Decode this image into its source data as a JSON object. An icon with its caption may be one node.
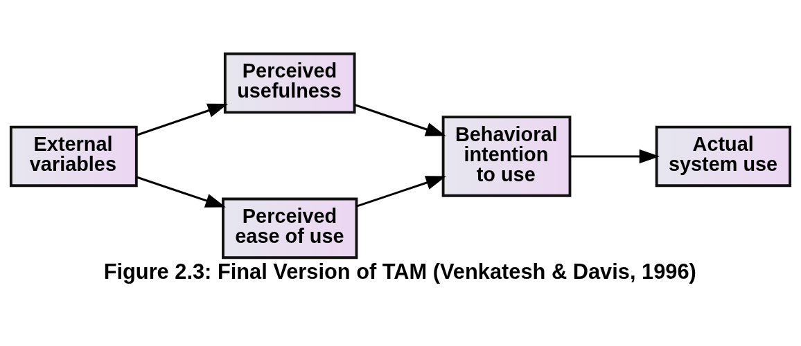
{
  "diagram": {
    "caption": "Figure 2.3: Final Version of TAM (Venkatesh & Davis, 1996)",
    "nodes": [
      {
        "text": [
          "External variables"
        ]
      },
      {
        "text": [
          "Perceived usefulness"
        ]
      },
      {
        "text": [
          "Perceived ease of use"
        ]
      },
      {
        "text": [
          "Behavioral intention to use"
        ]
      },
      {
        "text": [
          "Actual system use"
        ]
      }
    ],
    "edges": [
      {
        "from": 0,
        "to": 1,
        "arrow": "to"
      },
      {
        "from": 0,
        "to": 2,
        "arrow": "to"
      },
      {
        "from": 1,
        "to": 3,
        "arrow": "to"
      },
      {
        "from": 2,
        "to": 3,
        "arrow": "to"
      },
      {
        "from": 3,
        "to": 4,
        "arrow": "to"
      }
    ]
  }
}
